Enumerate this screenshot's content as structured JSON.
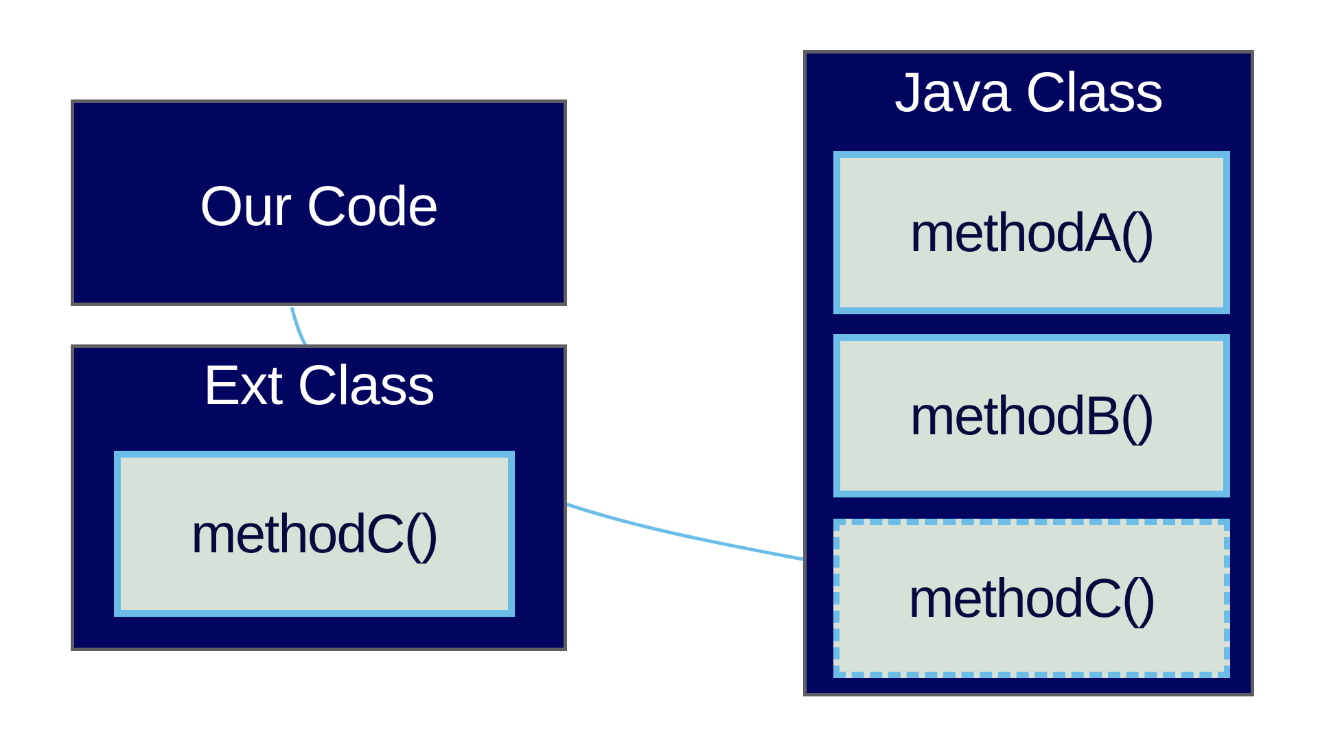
{
  "colors": {
    "box_fill": "#020560",
    "box_border": "#5f5f63",
    "method_fill": "#d8e1d7",
    "method_border": "#6bbde8",
    "connector": "#6bbde8",
    "title_text": "#ffffff",
    "method_text": "#06083e"
  },
  "our_code": {
    "title": "Our Code"
  },
  "ext_class": {
    "title": "Ext Class",
    "methods": [
      "methodC()"
    ]
  },
  "java_class": {
    "title": "Java Class",
    "methods": [
      "methodA()",
      "methodB()",
      "methodC()"
    ]
  },
  "connectors": [
    {
      "from": "our_code",
      "to": "ext_class",
      "style": "solid",
      "arrow": false
    },
    {
      "from": "ext_class",
      "to": "java_class.methodC()",
      "style": "solid",
      "arrow": true
    }
  ]
}
